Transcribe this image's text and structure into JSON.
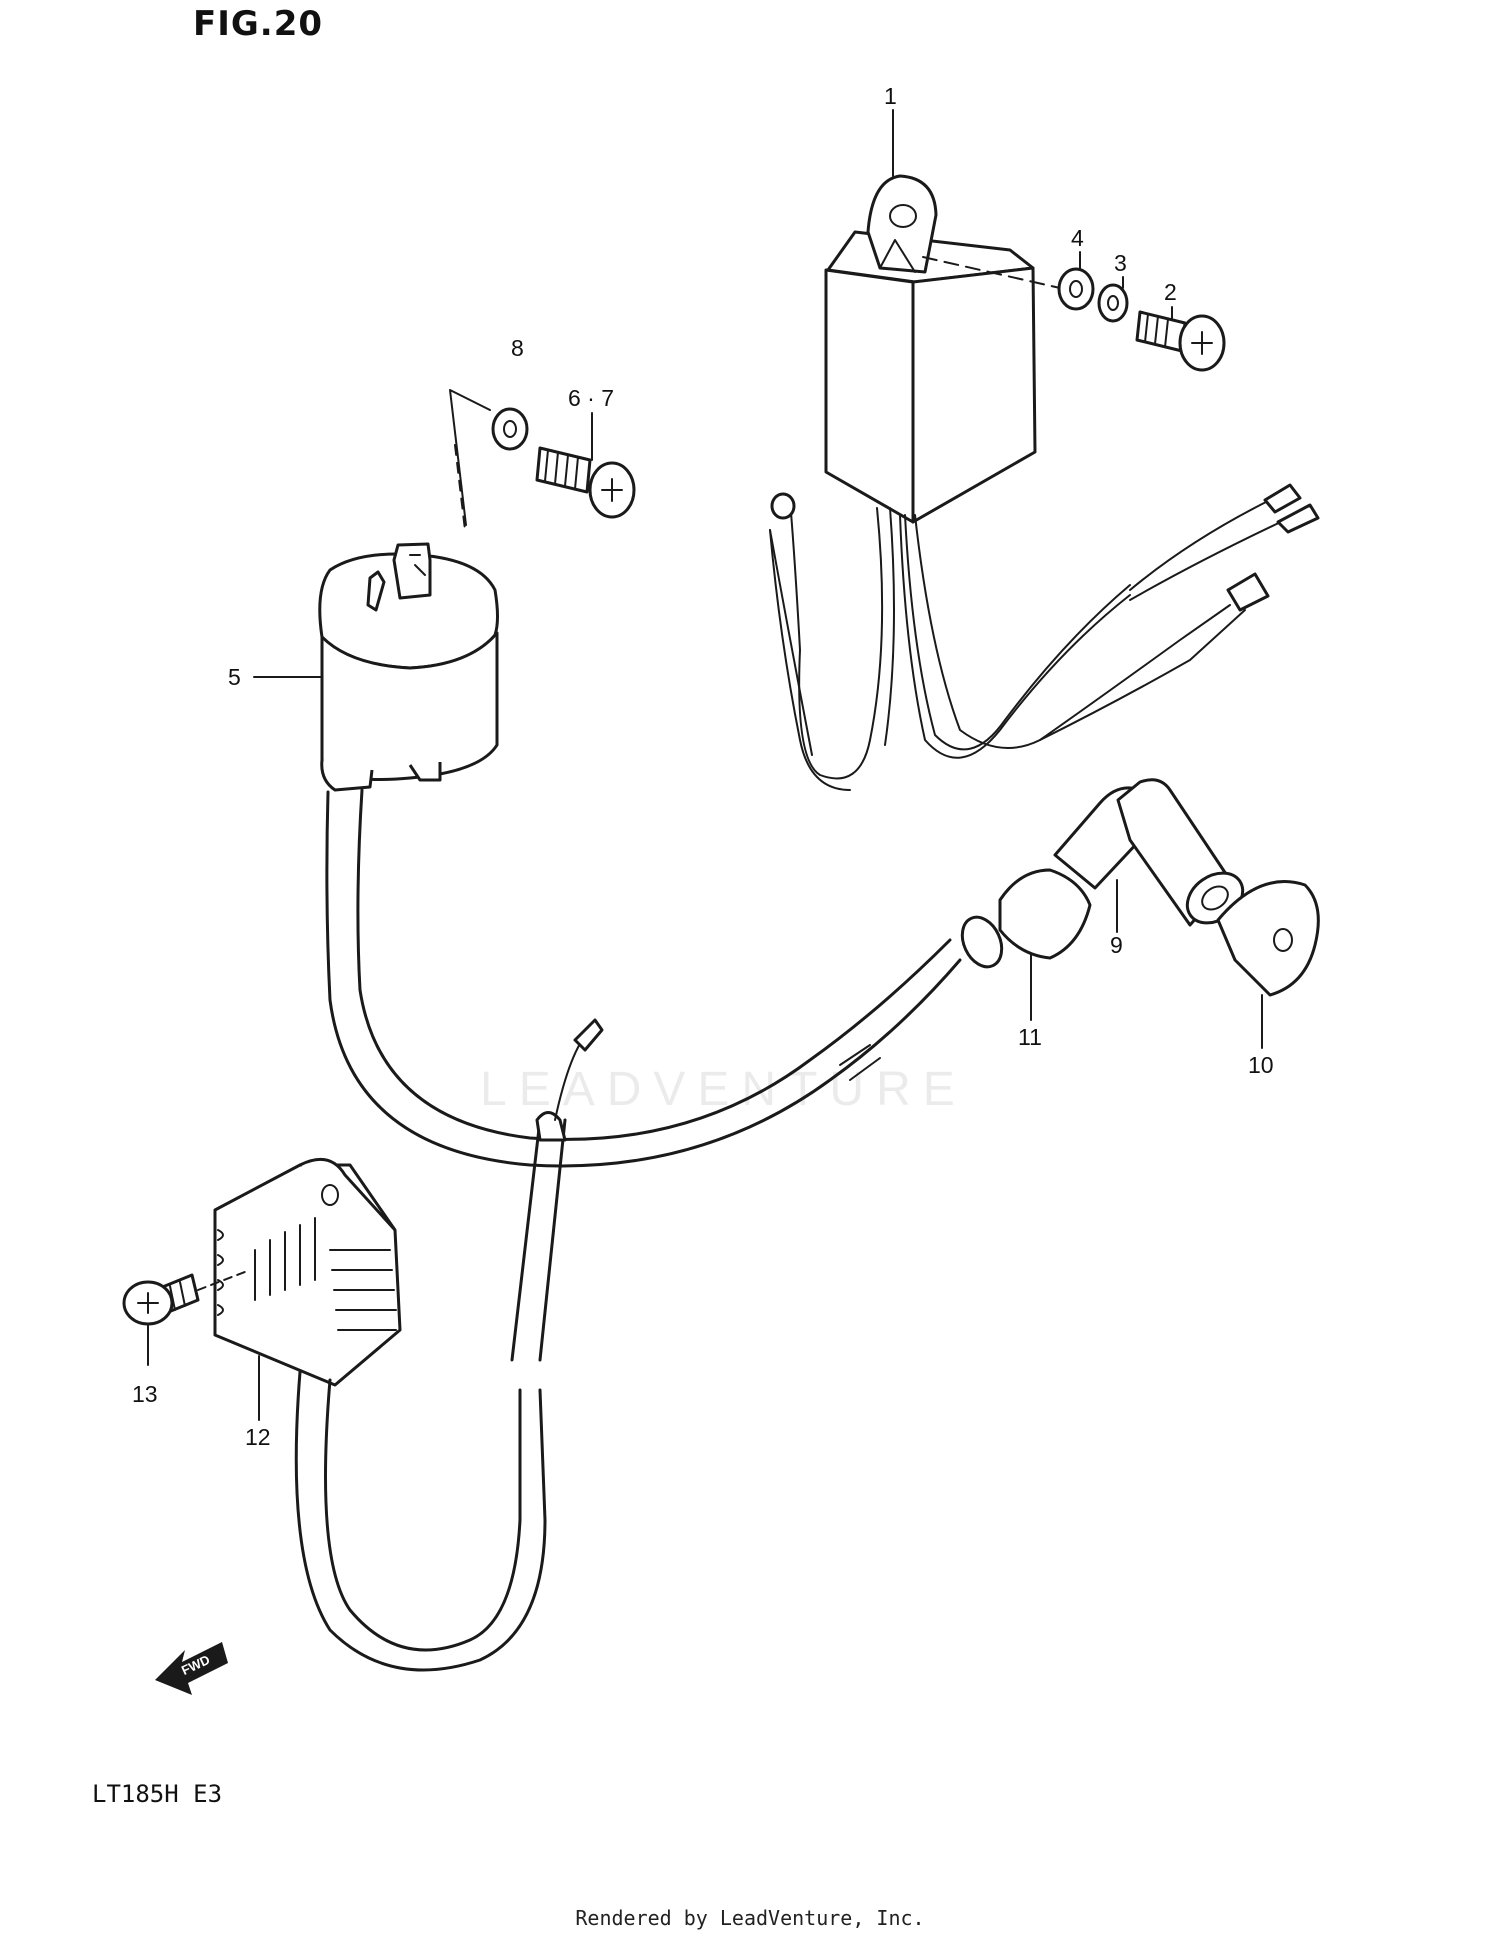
{
  "figure": {
    "title": "FIG.20"
  },
  "model": {
    "label": "LT185H E3"
  },
  "footer": {
    "text": "Rendered by LeadVenture, Inc."
  },
  "watermark": {
    "text": "LEADVENTURE"
  },
  "fwd_arrow": {
    "text": "FWD"
  },
  "callouts": [
    "1",
    "2",
    "3",
    "4",
    "5",
    "6 · 7",
    "8",
    "9",
    "10",
    "11",
    "12",
    "13"
  ]
}
